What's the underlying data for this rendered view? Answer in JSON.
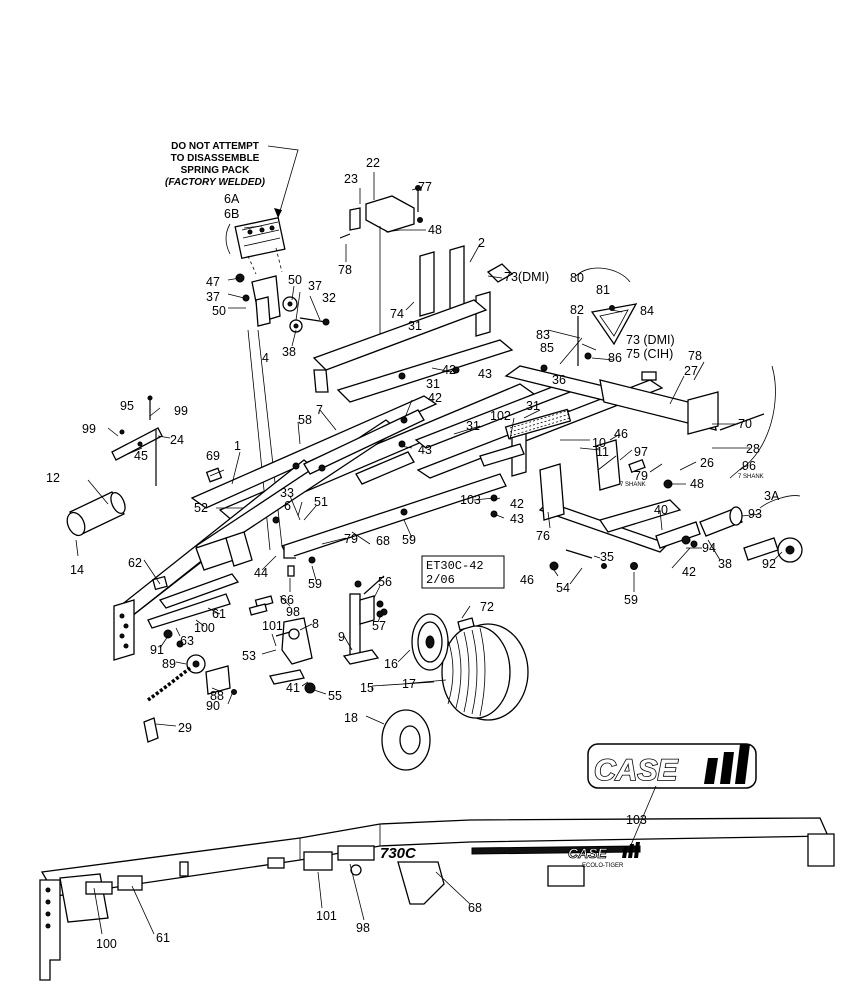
{
  "note": {
    "line1": "DO NOT ATTEMPT",
    "line2": "TO DISASSEMBLE",
    "line3": "SPRING PACK",
    "line4": "(FACTORY WELDED)"
  },
  "stamp": {
    "line1": "ET30C-42",
    "line2": "2/06"
  },
  "logo_text": "CASE",
  "model_text": "730C",
  "brand_small": "CASE",
  "sub_brand": "ECOLO-TIGER",
  "shank_label": "7 SHANK",
  "callouts": {
    "c77": "77",
    "c22": "22",
    "c23": "23",
    "c48a": "48",
    "c78": "78",
    "c2": "2",
    "c73a": "73(DMI)",
    "c6A": "6A",
    "c6B": "6B",
    "c47": "47",
    "c37a": "37",
    "c50a": "50",
    "c50b": "50",
    "c37b": "37",
    "c32": "32",
    "c4": "4",
    "c38a": "38",
    "c74": "74",
    "c31a": "31",
    "c80": "80",
    "c81": "81",
    "c84": "84",
    "c82": "82",
    "c83": "83",
    "c73b": "73 (DMI)",
    "c75": "75 (CIH)",
    "c78b": "78",
    "c85": "85",
    "c86": "86",
    "c27": "27",
    "c36": "36",
    "c42a": "42",
    "c43a": "43",
    "c31b": "31",
    "c95": "95",
    "c99a": "99",
    "c99b": "99",
    "c24": "24",
    "c45": "45",
    "c42b": "42",
    "c70": "70",
    "c7": "7",
    "c31c": "31",
    "c102": "102",
    "c31d": "31",
    "c43b": "43",
    "c46": "46",
    "c28": "28",
    "c10": "10",
    "c58": "58",
    "c1": "1",
    "c69": "69",
    "c11": "11",
    "c97": "97",
    "c26": "26",
    "c96": "96",
    "c79a": "79",
    "c12": "12",
    "c48b": "48",
    "c52": "52",
    "c33": "33",
    "c6": "6",
    "c51": "51",
    "c103a": "103",
    "c42c": "42",
    "c43c": "43",
    "c3A": "3A",
    "c40": "40",
    "c93": "93",
    "c14": "14",
    "c76": "76",
    "c79b": "79",
    "c68a": "68",
    "c59a": "59",
    "c94": "94",
    "c62": "62",
    "c44": "44",
    "c35": "35",
    "c38b": "38",
    "c42d": "42",
    "c92": "92",
    "c46b": "46",
    "c54": "54",
    "c59b": "59",
    "c66": "66",
    "c56": "56",
    "c59c": "59",
    "c98a": "98",
    "c57": "57",
    "c61a": "61",
    "c100a": "100",
    "c72": "72",
    "c101a": "101",
    "c8": "8",
    "c91": "91",
    "c63": "63",
    "c9": "9",
    "c89": "89",
    "c53": "53",
    "c16": "16",
    "c15": "15",
    "c17": "17",
    "c41": "41",
    "c88": "88",
    "c55": "55",
    "c90": "90",
    "c18": "18",
    "c29": "29",
    "c103b": "103",
    "c101b": "101",
    "c98b": "98",
    "c68b": "68",
    "c100b": "100",
    "c61b": "61"
  }
}
